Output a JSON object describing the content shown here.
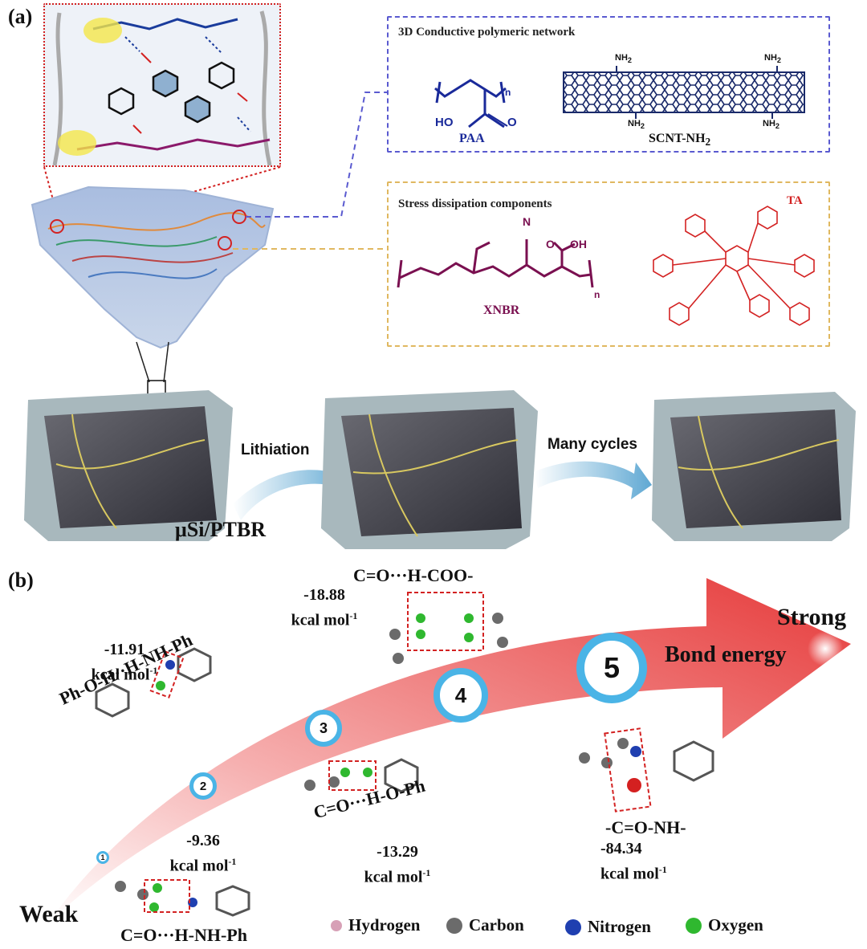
{
  "panel_a": {
    "label": "(a)",
    "conductive_box": {
      "title": "3D Conductive polymeric network",
      "paa": "PAA",
      "ho": "HO",
      "o": "O",
      "n": "n",
      "nh2": "NH",
      "nh2_sub": "2",
      "scnt": "SCNT-NH",
      "scnt_sub": "2"
    },
    "stress_box": {
      "title": "Stress dissipation components",
      "xnbr": "XNBR",
      "ta": "TA",
      "n_atom": "N",
      "o": "O",
      "oh": "OH",
      "n": "n"
    },
    "process": {
      "lithiation": "Lithiation",
      "many_cycles": "Many cycles",
      "material": "μSi/PTBR"
    }
  },
  "panel_b": {
    "label": "(b)",
    "weak": "Weak",
    "strong": "Strong",
    "bond_energy": "Bond energy",
    "badges": [
      "1",
      "2",
      "3",
      "4",
      "5"
    ],
    "bonds": {
      "b1": {
        "name": "C=O···H-NH-Ph",
        "value": "-9.36",
        "unit": "kcal mol"
      },
      "b2": {
        "name": "Ph-O-H··H-NH-Ph",
        "value": "-11.91",
        "unit": "kcal mol"
      },
      "b3": {
        "name": "C=O···H-O-Ph",
        "value": "-13.29",
        "unit": "kcal mol"
      },
      "b4": {
        "name": "C=O···H-COO-",
        "value": "-18.88",
        "unit": "kcal mol"
      },
      "b5": {
        "name": "-C=O-NH-",
        "value": "-84.34",
        "unit": "kcal mol"
      }
    },
    "unit_sup": "-1",
    "legend": [
      {
        "label": "Hydrogen",
        "color": "#d7a0b6"
      },
      {
        "label": "Carbon",
        "color": "#6b6b6b"
      },
      {
        "label": "Nitrogen",
        "color": "#1f3fb0"
      },
      {
        "label": "Oxygen",
        "color": "#2fb82f"
      }
    ]
  }
}
